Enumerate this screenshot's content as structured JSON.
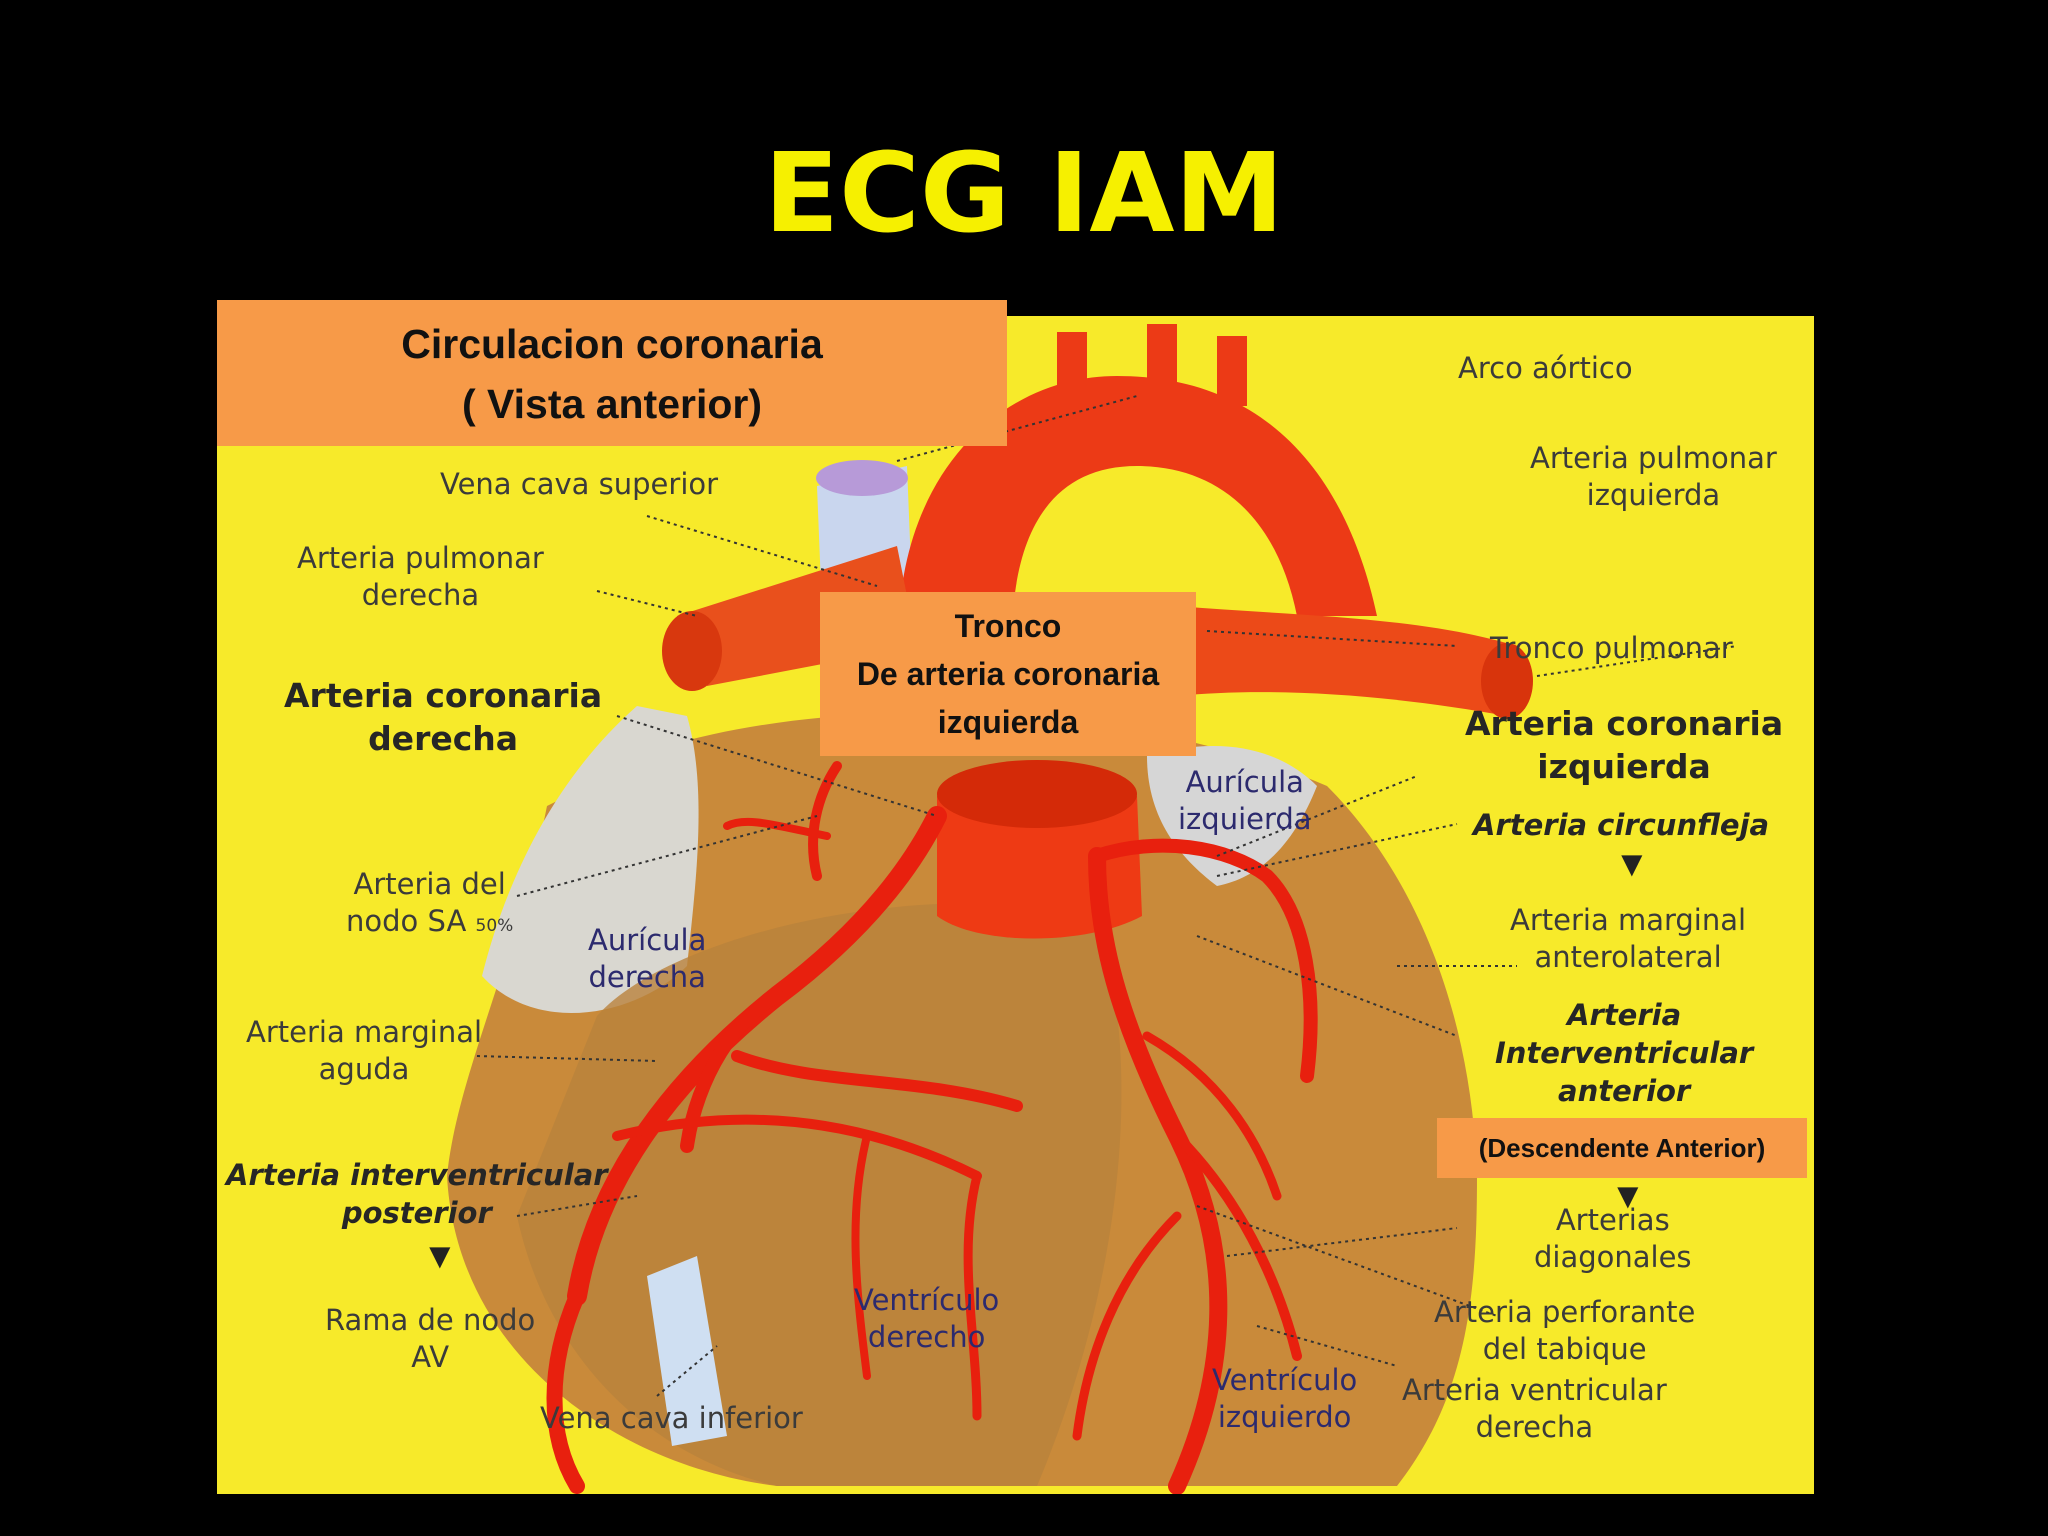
{
  "slide": {
    "title": "ECG IAM"
  },
  "title_box": {
    "line1": "Circulacion coronaria",
    "line2": "( Vista anterior)"
  },
  "trunk_box": {
    "line1": "Tronco",
    "line2": "De arteria coronaria",
    "line3": "izquierda"
  },
  "desc_box": {
    "text": "(Descendente Anterior)"
  },
  "labels": {
    "arco_aortico": "Arco aórtico",
    "api_1": "Arteria pulmonar",
    "api_2": "izquierda",
    "tronco_pulmonar": "Tronco pulmonar",
    "aci_1": "Arteria coronaria",
    "aci_2": "izquierda",
    "circunfleja": "Arteria circunfleja",
    "marg_ant_1": "Arteria marginal",
    "marg_ant_2": "anterolateral",
    "iva_1": "Arteria",
    "iva_2": "Interventricular",
    "iva_3": "anterior",
    "diag_1": "Arterias",
    "diag_2": "diagonales",
    "perf_1": "Arteria perforante",
    "perf_2": "del tabique",
    "vent_der_art_1": "Arteria ventricular",
    "vent_der_art_2": "derecha",
    "vcs": "Vena cava superior",
    "apd_1": "Arteria pulmonar",
    "apd_2": "derecha",
    "acd_1": "Arteria coronaria",
    "acd_2": "derecha",
    "sa_1": "Arteria del",
    "sa_2": "nodo SA",
    "sa_pct": "50%",
    "aur_der_1": "Aurícula",
    "aur_der_2": "derecha",
    "aur_izq_1": "Aurícula",
    "aur_izq_2": "izquierda",
    "marg_ag_1": "Arteria marginal",
    "marg_ag_2": "aguda",
    "ivp_1": "Arteria interventricular",
    "ivp_2": "posterior",
    "av_1": "Rama de nodo",
    "av_2": "AV",
    "vci": "Vena cava inferior",
    "vd_1": "Ventrículo",
    "vd_2": "derecho",
    "vi_1": "Ventrículo",
    "vi_2": "izquierdo"
  },
  "colors": {
    "background": "#000000",
    "title": "#f6f000",
    "panel": "#f7ea2a",
    "box": "#f79a48",
    "artery": "#e8200e",
    "heart_body": "#c98a3a"
  }
}
